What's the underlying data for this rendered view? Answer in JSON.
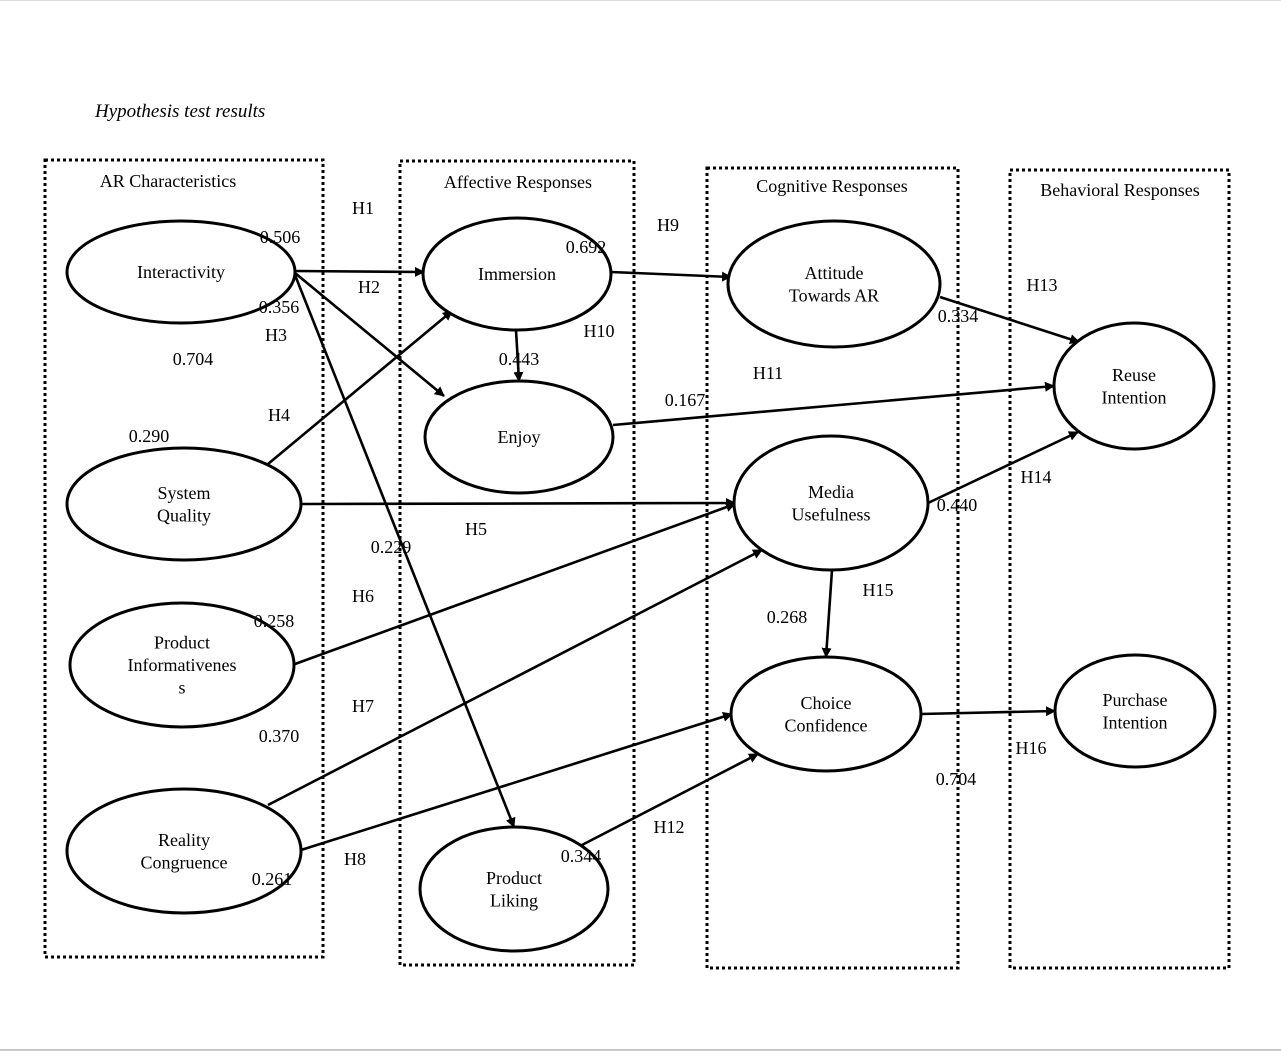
{
  "title": "Hypothesis test results",
  "groups": [
    {
      "id": "ar",
      "label": "AR Characteristics"
    },
    {
      "id": "affective",
      "label": "Affective Responses"
    },
    {
      "id": "cognitive",
      "label": "Cognitive Responses"
    },
    {
      "id": "behavioral",
      "label": "Behavioral Responses"
    }
  ],
  "nodes": [
    {
      "id": "interactivity",
      "group": "ar",
      "lines": [
        "Interactivity"
      ]
    },
    {
      "id": "system_quality",
      "group": "ar",
      "lines": [
        "System",
        "Quality"
      ]
    },
    {
      "id": "product_informativeness",
      "group": "ar",
      "lines": [
        "Product",
        "Informativenes",
        "s"
      ]
    },
    {
      "id": "reality_congruence",
      "group": "ar",
      "lines": [
        "Reality",
        "Congruence"
      ]
    },
    {
      "id": "immersion",
      "group": "affective",
      "lines": [
        "Immersion"
      ]
    },
    {
      "id": "enjoy",
      "group": "affective",
      "lines": [
        "Enjoy"
      ]
    },
    {
      "id": "product_liking",
      "group": "affective",
      "lines": [
        "Product",
        "Liking"
      ]
    },
    {
      "id": "attitude_towards_ar",
      "group": "cognitive",
      "lines": [
        "Attitude",
        "Towards AR"
      ]
    },
    {
      "id": "media_usefulness",
      "group": "cognitive",
      "lines": [
        "Media",
        "Usefulness"
      ]
    },
    {
      "id": "choice_confidence",
      "group": "cognitive",
      "lines": [
        "Choice",
        "Confidence"
      ]
    },
    {
      "id": "reuse_intention",
      "group": "behavioral",
      "lines": [
        "Reuse",
        "Intention"
      ]
    },
    {
      "id": "purchase_intention",
      "group": "behavioral",
      "lines": [
        "Purchase",
        "Intention"
      ]
    }
  ],
  "edges": [
    {
      "hypothesis": "H1",
      "from": "interactivity",
      "to": "immersion",
      "coefficient": "0.506"
    },
    {
      "hypothesis": "H2",
      "from": "interactivity",
      "to": "enjoy",
      "coefficient": "0.356"
    },
    {
      "hypothesis": "H3",
      "from": "interactivity",
      "to": "product_liking",
      "coefficient": "0.704"
    },
    {
      "hypothesis": "H4",
      "from": "system_quality",
      "to": "immersion",
      "coefficient": "0.290"
    },
    {
      "hypothesis": "H5",
      "from": "system_quality",
      "to": "media_usefulness",
      "coefficient": "0.229"
    },
    {
      "hypothesis": "H6",
      "from": "product_informativeness",
      "to": "media_usefulness",
      "coefficient": "0.258"
    },
    {
      "hypothesis": "H7",
      "from": "reality_congruence",
      "to": "media_usefulness",
      "coefficient": "0.370"
    },
    {
      "hypothesis": "H8",
      "from": "reality_congruence",
      "to": "choice_confidence",
      "coefficient": "0.261"
    },
    {
      "hypothesis": "H9",
      "from": "immersion",
      "to": "attitude_towards_ar",
      "coefficient": "0.692"
    },
    {
      "hypothesis": "H10",
      "from": "immersion",
      "to": "enjoy",
      "coefficient": "0.443"
    },
    {
      "hypothesis": "H11",
      "from": "enjoy",
      "to": "reuse_intention",
      "coefficient": "0.167"
    },
    {
      "hypothesis": "H12",
      "from": "product_liking",
      "to": "choice_confidence",
      "coefficient": "0.344"
    },
    {
      "hypothesis": "H13",
      "from": "attitude_towards_ar",
      "to": "reuse_intention",
      "coefficient": "0.334"
    },
    {
      "hypothesis": "H14",
      "from": "media_usefulness",
      "to": "reuse_intention",
      "coefficient": "0.440"
    },
    {
      "hypothesis": "H15",
      "from": "media_usefulness",
      "to": "choice_confidence",
      "coefficient": "0.268"
    },
    {
      "hypothesis": "H16",
      "from": "choice_confidence",
      "to": "purchase_intention",
      "coefficient": "0.704"
    }
  ]
}
